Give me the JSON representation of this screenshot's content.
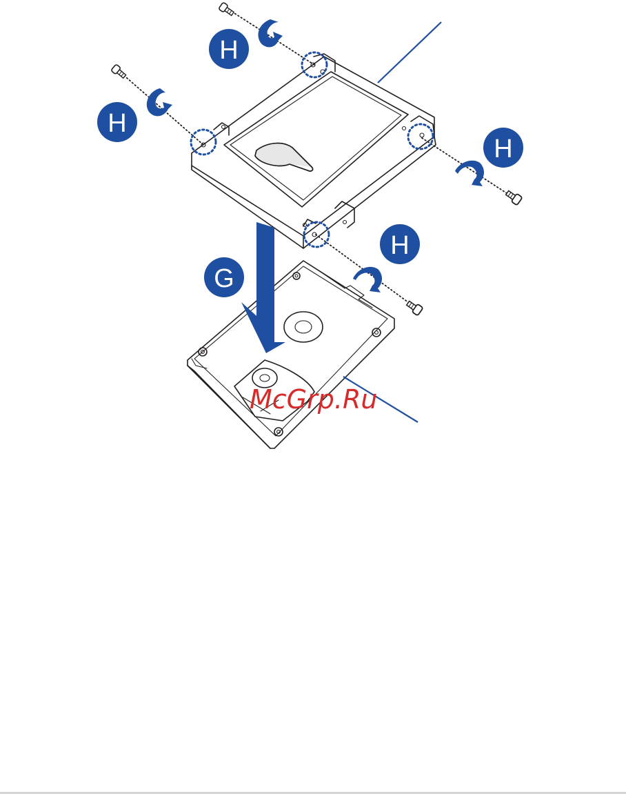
{
  "figure": {
    "step_labels": {
      "bracket_screws": "H",
      "insert_drive": "G"
    },
    "watermark": "McGrp.Ru",
    "colors": {
      "accent_blue": "#1f4fa0",
      "watermark_red": "#d62b2b",
      "line_art": "#231f20",
      "page_background": "#ffffff"
    }
  }
}
